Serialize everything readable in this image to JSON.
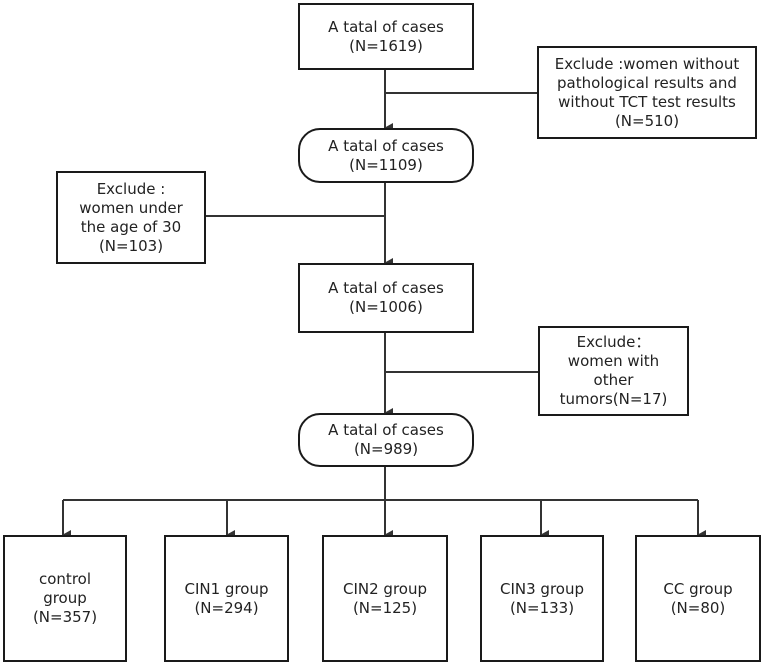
{
  "flow": {
    "total_1": {
      "line1": "A tatal of cases",
      "line2": "(N=1619)"
    },
    "exclude_1": {
      "line1": "Exclude :women without",
      "line2": "pathological results and",
      "line3": "without TCT test results",
      "line4": "(N=510)"
    },
    "total_2": {
      "line1": "A tatal of cases",
      "line2": "(N=1109)"
    },
    "exclude_2": {
      "line1": "Exclude :",
      "line2": "women under",
      "line3": "the age of 30",
      "line4": "(N=103)"
    },
    "total_3": {
      "line1": "A tatal of cases",
      "line2": "(N=1006)"
    },
    "exclude_3": {
      "line1": "Exclude：",
      "line2": "women with",
      "line3": "other",
      "line4": "tumors(N=17)"
    },
    "total_4": {
      "line1": "A tatal of cases",
      "line2": "(N=989)"
    },
    "groups": [
      {
        "line1": "control",
        "line2": "group",
        "line3": "(N=357)"
      },
      {
        "line1": "CIN1 group",
        "line2": "(N=294)"
      },
      {
        "line1": "CIN2 group",
        "line2": "(N=125)"
      },
      {
        "line1": "CIN3 group",
        "line2": "(N=133)"
      },
      {
        "line1": "CC group",
        "line2": "(N=80)"
      }
    ]
  }
}
